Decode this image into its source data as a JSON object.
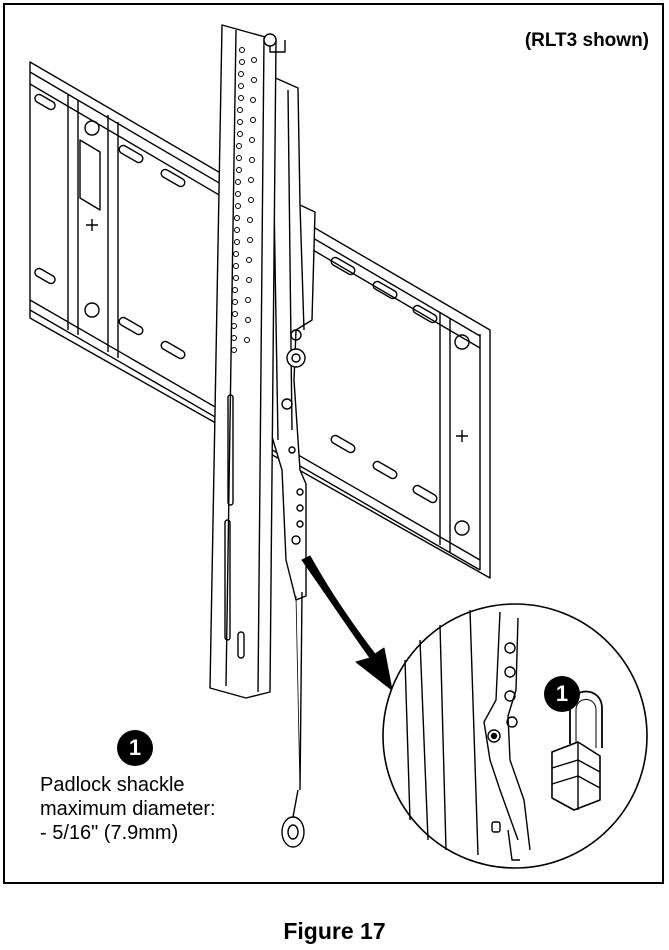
{
  "figure": {
    "model_note": "(RLT3 shown)",
    "callout_number": "1",
    "detail_callout_number": "1",
    "note_lines": [
      "Padlock shackle",
      "maximum diameter:",
      " - 5/16\" (7.9mm)"
    ],
    "caption": "Figure 17"
  }
}
